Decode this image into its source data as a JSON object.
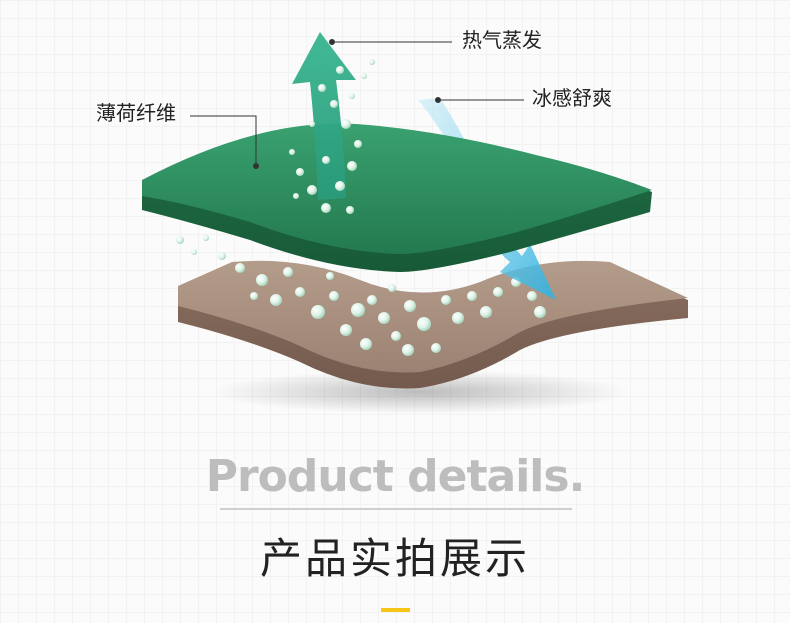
{
  "callouts": {
    "hot_air": "热气蒸发",
    "cool_feel": "冰感舒爽",
    "mint_fiber": "薄荷纤维"
  },
  "heading": {
    "english": "Product details.",
    "chinese": "产品实拍展示"
  },
  "colors": {
    "top_layer": "#2d8a5c",
    "bottom_layer": "#a89080",
    "arrow_hot": "#2aa487",
    "arrow_cool": "#4fc3e6",
    "accent": "#f5c518"
  }
}
